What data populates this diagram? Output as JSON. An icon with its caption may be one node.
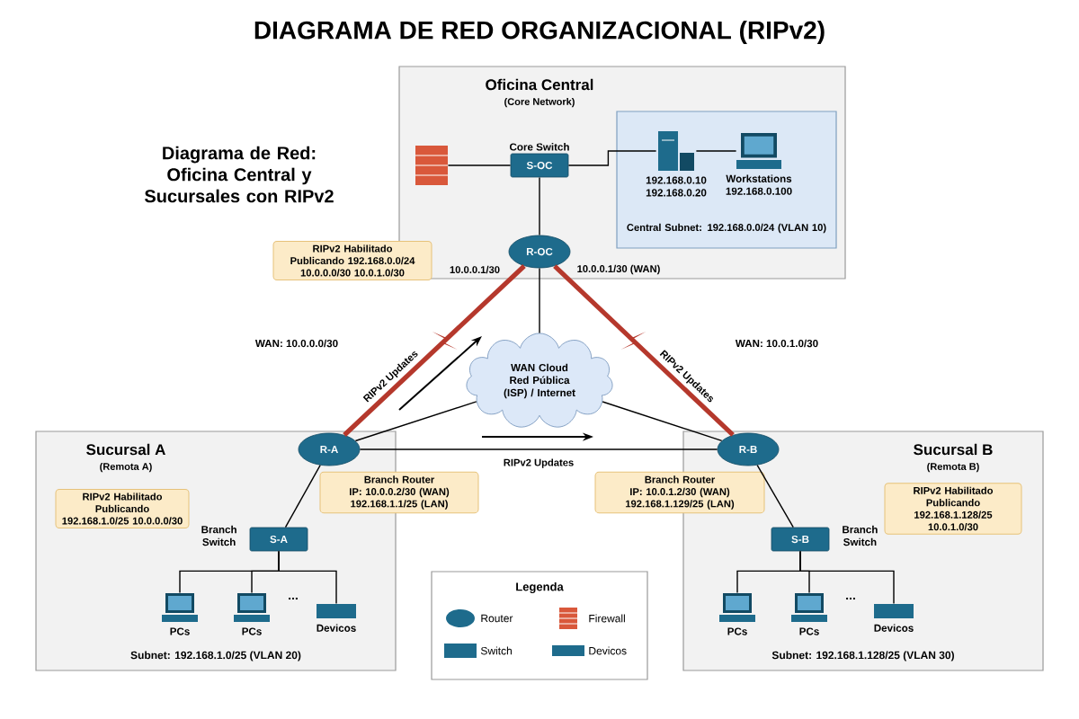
{
  "diagram": {
    "title": "DIAGRAMA DE RED ORGANIZACIONAL (RIPv2)",
    "nodes": [
      {
        "text": [
          "Oficina Central",
          "(Core Network)"
        ]
      },
      {
        "text": [],
        "shape": "wall",
        "in": 0
      },
      {
        "text": [
          "Core Switch",
          "S-OC"
        ],
        "in": 0
      },
      {
        "text": [
          "Central Subnet: 192.168.0.0/24 (VLAN 10)"
        ],
        "in": 0
      },
      {
        "text": [
          "192.168.0.10 192.168.0.20"
        ],
        "in": 3
      },
      {
        "text": [
          "Workstations 192.168.0.100"
        ],
        "in": 3
      },
      {
        "text": [
          "R-OC"
        ],
        "in": 0,
        "beside": [
          "10.0.0.1/30",
          "10.0.0.1/30 (WAN)"
        ]
      },
      {
        "text": [
          "RIPv2 Habilitado Publicando 192.168.0.0/24 10.0.0.0/30 10.0.1.0/30"
        ]
      },
      {
        "text": [
          "WAN Cloud",
          "Red Pública (ISP) / Internet"
        ]
      },
      {
        "text": [
          "Sucursal A",
          "(Remota A)",
          "Subnet: 192.168.1.0/25 (VLAN 20)"
        ]
      },
      {
        "text": [
          "RIPv2 Habilitado Publicando 192.168.1.0/25 10.0.0.0/30"
        ],
        "in": 9
      },
      {
        "text": [
          "R-A"
        ],
        "in": 9
      },
      {
        "text": [
          "Branch Router",
          "IP: 10.0.0.2/30 (WAN) 192.168.1.1/25 (LAN)"
        ]
      },
      {
        "text": [
          "Branch Switch",
          "S-A"
        ],
        "in": 9
      },
      {
        "text": [
          "PCs"
        ],
        "in": 9
      },
      {
        "text": [
          "PCs"
        ],
        "in": 9
      },
      {
        "text": [
          "Devicos"
        ],
        "in": 9
      },
      {
        "text": [
          "Sucursal B",
          "(Remota B)",
          "Subnet: 192.168.1.128/25 (VLAN 30)"
        ]
      },
      {
        "text": [
          "RIPv2 Habilitado Publicando 192.168.1.128/25 10.0.1.0/30"
        ],
        "in": 17
      },
      {
        "text": [
          "R-B"
        ],
        "in": 17
      },
      {
        "text": [
          "Branch Router",
          "IP: 10.0.1.2/30 (WAN) 192.168.1.129/25 (LAN)"
        ]
      },
      {
        "text": [
          "S-B",
          "Branch Switch"
        ],
        "in": 17
      },
      {
        "text": [
          "PCs"
        ],
        "in": 17
      },
      {
        "text": [
          "PCs"
        ],
        "in": 17
      },
      {
        "text": [
          "Devicos"
        ],
        "in": 17
      }
    ],
    "edges": [
      {
        "from": 1,
        "to": 2,
        "arrow": "none"
      },
      {
        "from": 2,
        "to": 4,
        "arrow": "none"
      },
      {
        "from": 4,
        "to": 5,
        "arrow": "none"
      },
      {
        "from": 2,
        "to": 6,
        "arrow": "none"
      },
      {
        "from": 6,
        "to": 8,
        "arrow": "none"
      },
      {
        "from": 6,
        "to": 11,
        "arrow": "none",
        "label": "RIPv2 Updates",
        "style": "thick",
        "color": "#b5382c"
      },
      {
        "from": 6,
        "to": 19,
        "arrow": "none",
        "label": "RIPv2 Updates",
        "style": "thick",
        "color": "#b5382c"
      },
      {
        "from": 11,
        "to": 19,
        "arrow": "none",
        "label": "RIPv2 Updates"
      },
      {
        "from": 8,
        "to": 11,
        "arrow": "none"
      },
      {
        "from": 8,
        "to": 19,
        "arrow": "none"
      },
      {
        "from": 11,
        "to": 13,
        "arrow": "none"
      },
      {
        "from": 13,
        "to": 14,
        "arrow": "none"
      },
      {
        "from": 13,
        "to": 15,
        "arrow": "none"
      },
      {
        "from": 13,
        "to": 16,
        "arrow": "none"
      },
      {
        "from": 19,
        "to": 21,
        "arrow": "none"
      },
      {
        "from": 21,
        "to": 22,
        "arrow": "none"
      },
      {
        "from": 21,
        "to": 23,
        "arrow": "none"
      },
      {
        "from": 21,
        "to": 24,
        "arrow": "none"
      }
    ],
    "labels": [
      "Diagrama de Red: Oficina Central y Sucursales con RIPv2",
      "WAN: 10.0.0.0/30",
      "WAN: 10.0.1.0/30",
      "...",
      "...",
      "Legenda"
    ],
    "legend": [
      {
        "text": "Router"
      },
      {
        "text": "Firewall"
      },
      {
        "text": "Switch"
      },
      {
        "text": "Devicos"
      }
    ]
  }
}
